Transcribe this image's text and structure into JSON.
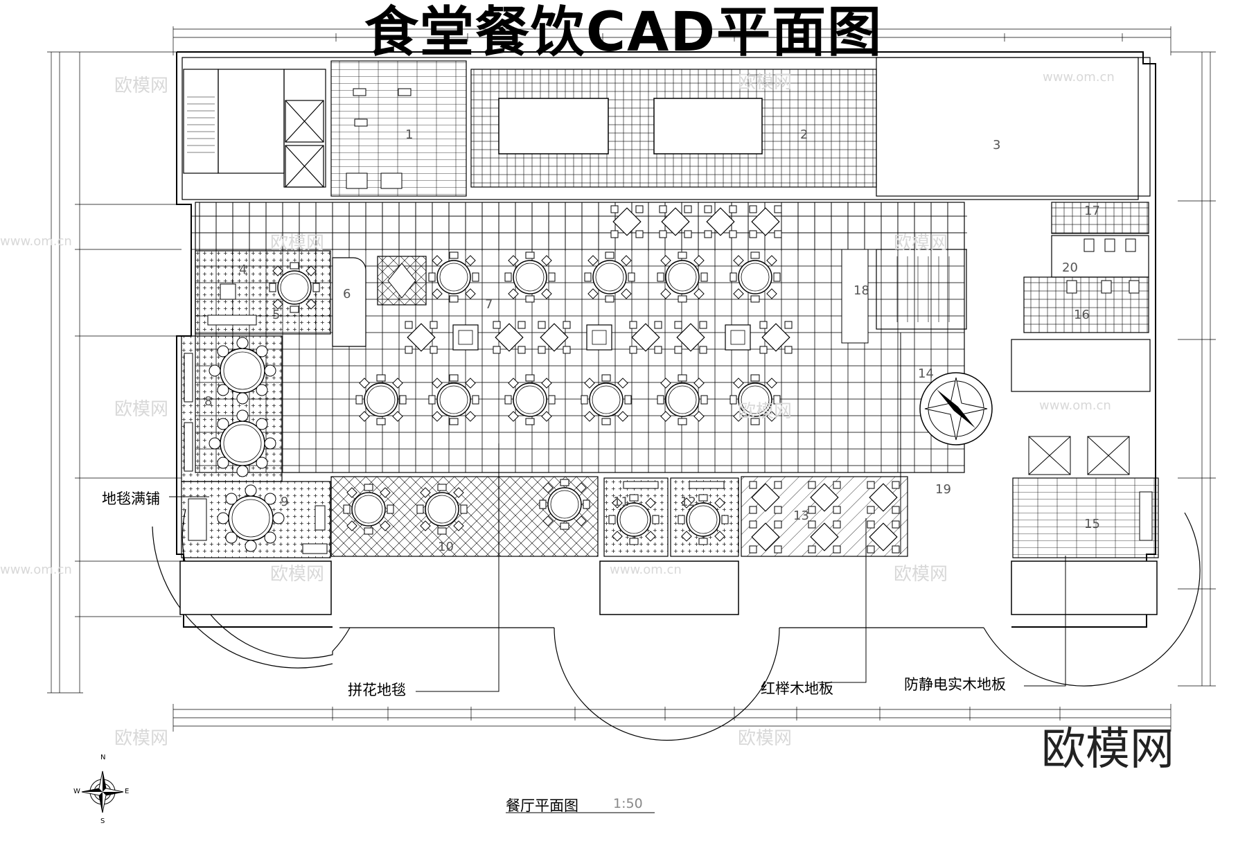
{
  "title": "食堂餐饮CAD平面图",
  "callouts": {
    "carpet_full": "地毯满铺",
    "parquet_carpet": "拼花地毯",
    "red_beech_floor": "红榉木地板",
    "antistatic_floor": "防静电实木地板"
  },
  "drawing_caption": "餐厅平面图",
  "scale": "1:50",
  "brand": "欧模网",
  "watermark_cn": "欧模网",
  "watermark_url": "www.om.cn",
  "compass": {
    "n": "N",
    "s": "S",
    "e": "E",
    "w": "W"
  },
  "room_numbers": [
    "1",
    "2",
    "3",
    "4",
    "5",
    "6",
    "7",
    "8",
    "9",
    "10",
    "11",
    "12",
    "13",
    "14",
    "15",
    "16",
    "17",
    "18",
    "19",
    "20"
  ],
  "colors": {
    "line": "#000000",
    "watermark": "#d8d8d8"
  }
}
